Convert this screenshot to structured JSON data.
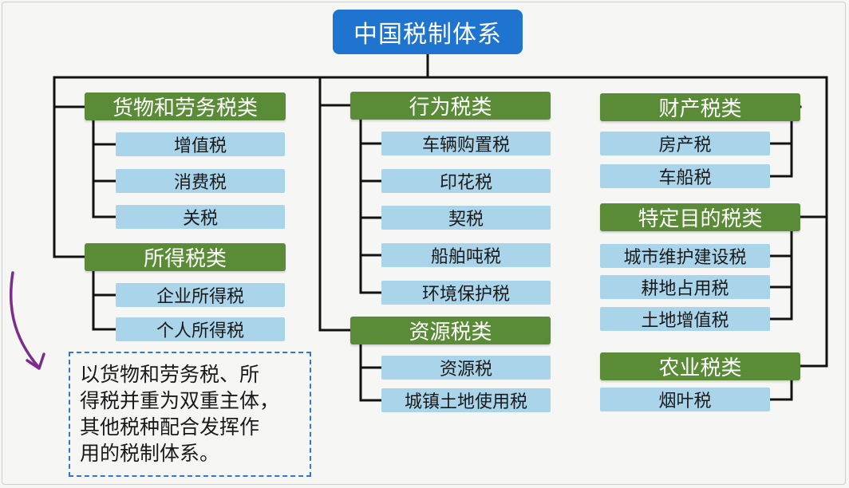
{
  "root": "中国税制体系",
  "colors": {
    "root": "#1f74d0",
    "category": "#5a8b36",
    "item": "#a9d4e9",
    "line": "#111111",
    "note_border": "#2f78cf",
    "arrow": "#7b2d8b"
  },
  "categories": {
    "goods_services": {
      "label": "货物和劳务税类",
      "items": [
        "增值税",
        "消费税",
        "关税"
      ]
    },
    "income": {
      "label": "所得税类",
      "items": [
        "企业所得税",
        "个人所得税"
      ]
    },
    "behavior": {
      "label": "行为税类",
      "items": [
        "车辆购置税",
        "印花税",
        "契税",
        "船舶吨税",
        "环境保护税"
      ]
    },
    "resource": {
      "label": "资源税类",
      "items": [
        "资源税",
        "城镇土地使用税"
      ]
    },
    "property": {
      "label": "财产税类",
      "items": [
        "房产税",
        "车船税"
      ]
    },
    "special_purpose": {
      "label": "特定目的税类",
      "items": [
        "城市维护建设税",
        "耕地占用税",
        "土地增值税"
      ]
    },
    "agriculture": {
      "label": "农业税类",
      "items": [
        "烟叶税"
      ]
    }
  },
  "note": {
    "lines": [
      "以货物和劳务税、所",
      "得税并重为双重主体，",
      "其他税种配合发挥作",
      "用的税制体系。"
    ]
  }
}
